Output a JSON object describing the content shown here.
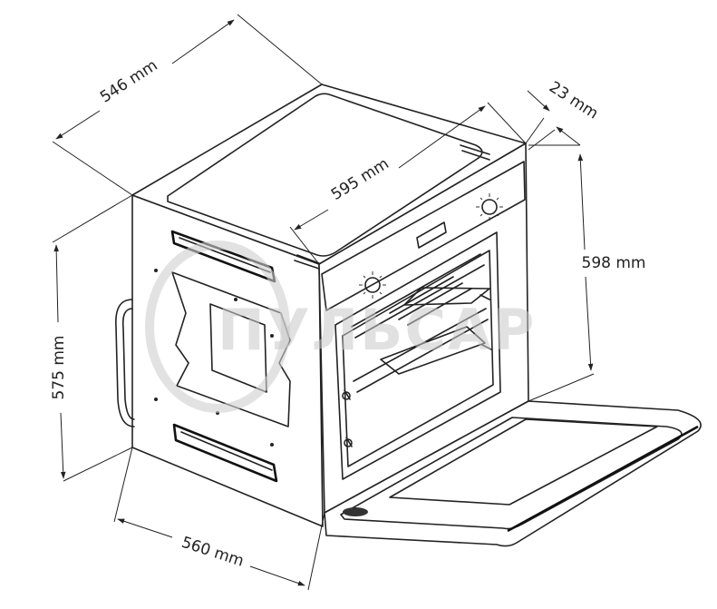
{
  "watermark": {
    "text": "ПУЛЬСАР"
  },
  "dimensions": {
    "top_depth": "546 mm",
    "front_width": "595 mm",
    "panel_depth": "23 mm",
    "front_height": "598 mm",
    "body_height": "575 mm",
    "body_depth": "560 mm"
  }
}
